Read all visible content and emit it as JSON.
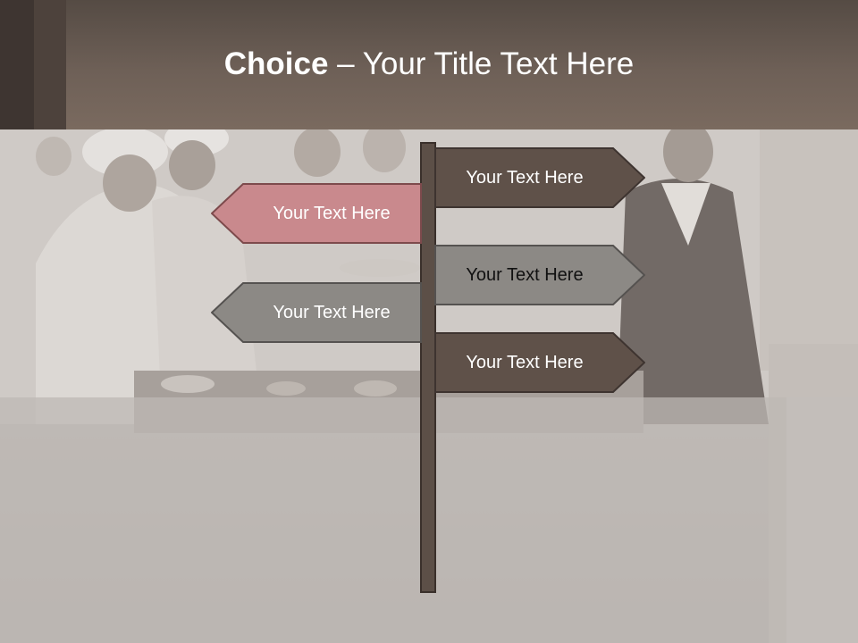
{
  "slide": {
    "title_bold": "Choice",
    "title_rest": " – Your Title Text Here"
  },
  "signs": [
    {
      "label": "Your Text Here",
      "direction": "right",
      "color": "#5f5149"
    },
    {
      "label": "Your Text Here",
      "direction": "left",
      "color": "#c9898d"
    },
    {
      "label": "Your Text Here",
      "direction": "right",
      "color": "#8c8985"
    },
    {
      "label": "Your Text Here",
      "direction": "left",
      "color": "#8c8985"
    },
    {
      "label": "Your Text Here",
      "direction": "right",
      "color": "#5f5149"
    }
  ]
}
